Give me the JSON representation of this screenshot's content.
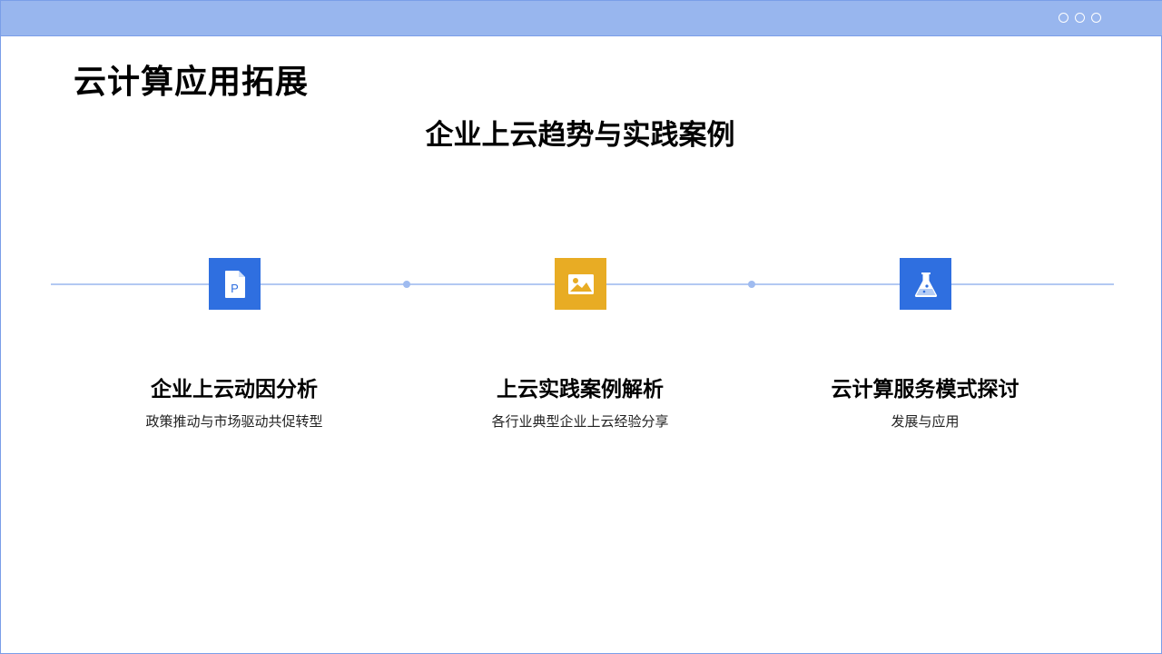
{
  "slide": {
    "title": "云计算应用拓展",
    "subtitle": "企业上云趋势与实践案例"
  },
  "window_controls": {
    "icons": [
      "circle-icon",
      "circle-icon",
      "circle-icon"
    ]
  },
  "timeline": {
    "items": [
      {
        "title": "企业上云动因分析",
        "description": "政策推动与市场驱动共促转型",
        "icon": "document-p-icon",
        "color": "#2f6fe0"
      },
      {
        "title": "上云实践案例解析",
        "description": "各行业典型企业上云经验分享",
        "icon": "image-icon",
        "color": "#e8ac24"
      },
      {
        "title": "云计算服务模式探讨",
        "description": "发展与应用",
        "icon": "flask-icon",
        "color": "#2f6fe0"
      }
    ]
  },
  "colors": {
    "header_bar": "#98b6ee",
    "timeline_line": "#b3c9f2",
    "accent_blue": "#2f6fe0",
    "accent_yellow": "#e8ac24"
  }
}
